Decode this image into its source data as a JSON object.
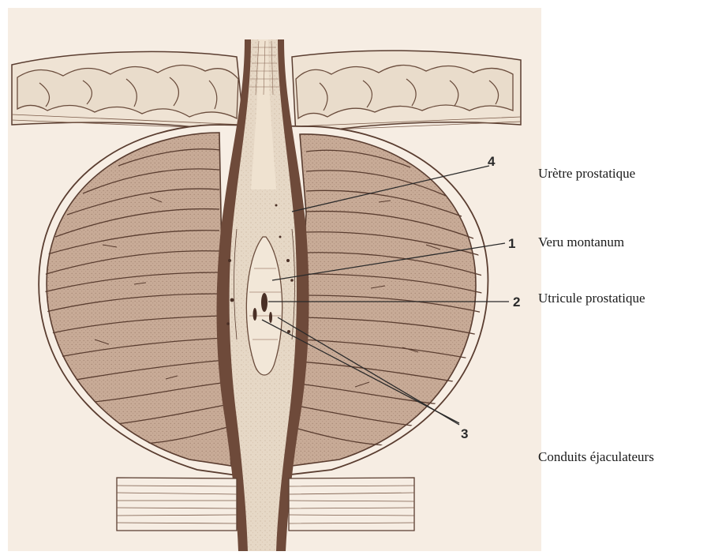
{
  "figure": {
    "callouts": [
      {
        "number": "4"
      },
      {
        "number": "1"
      },
      {
        "number": "2"
      },
      {
        "number": "3"
      }
    ],
    "colors": {
      "background": "#f6ede3",
      "gland": "#c5a793",
      "gland_line": "#5a3d30",
      "urethra": "#e4d6c4",
      "wall": "#6e4a3a",
      "capsule": "#f7eee4"
    }
  },
  "legend": {
    "items": [
      {
        "label": "Urètre prostatique"
      },
      {
        "label": "Veru montanum"
      },
      {
        "label": "Utricule prostatique"
      },
      {
        "label": "Conduits éjaculateurs"
      }
    ]
  }
}
